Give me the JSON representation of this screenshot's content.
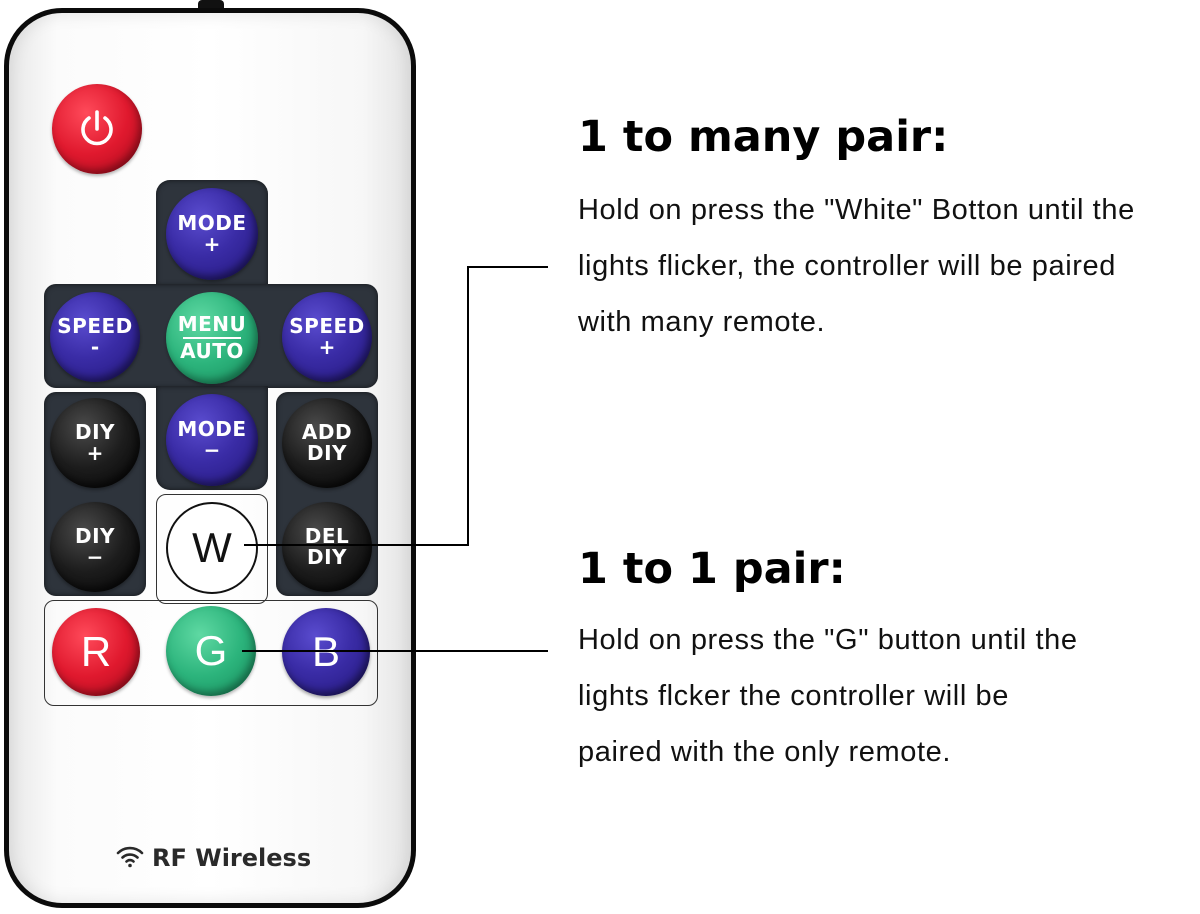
{
  "remote": {
    "buttons": {
      "power": {
        "icon": "power-icon"
      },
      "mode_plus": {
        "line1": "MODE",
        "line2": "+"
      },
      "speed_minus": {
        "line1": "SPEED",
        "line2": "-"
      },
      "menu_auto": {
        "line1": "MENU",
        "line2": "AUTO"
      },
      "speed_plus": {
        "line1": "SPEED",
        "line2": "+"
      },
      "diy_plus": {
        "line1": "DIY",
        "line2": "+"
      },
      "mode_minus": {
        "line1": "MODE",
        "line2": "−"
      },
      "add_diy": {
        "line1": "ADD",
        "line2": "DIY"
      },
      "diy_minus": {
        "line1": "DIY",
        "line2": "−"
      },
      "white": {
        "label": "W"
      },
      "del_diy": {
        "line1": "DEL",
        "line2": "DIY"
      },
      "red": {
        "label": "R"
      },
      "green": {
        "label": "G"
      },
      "blue": {
        "label": "B"
      }
    },
    "footer": {
      "icon": "wifi-icon",
      "label": "RF Wireless"
    }
  },
  "instructions": {
    "one_to_many": {
      "heading": "1 to many pair:",
      "lines": [
        "Hold on press the \"White\" Botton until the",
        "lights flicker, the controller will be paired",
        "with many remote."
      ]
    },
    "one_to_one": {
      "heading": "1 to 1 pair:",
      "lines": [
        "Hold on press the \"G\" button until the",
        "lights flcker the controller will be",
        "paired with the only remote."
      ]
    }
  },
  "colors": {
    "red_button": "#e0192e",
    "green_button": "#2cb47c",
    "blue_button": "#3a2ca6",
    "pad": "#2e343c"
  }
}
